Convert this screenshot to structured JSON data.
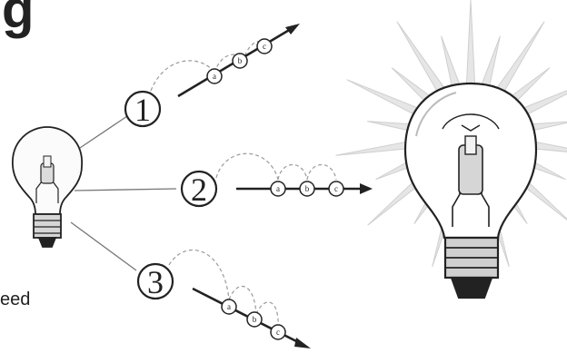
{
  "fragments": {
    "top_left_glyph": "g",
    "cut_word": "eed"
  },
  "paths": [
    {
      "number": "1",
      "letters": [
        "a",
        "b",
        "c"
      ]
    },
    {
      "number": "2",
      "letters": [
        "a",
        "b",
        "c"
      ]
    },
    {
      "number": "3",
      "letters": [
        "a",
        "b",
        "c"
      ]
    }
  ],
  "colors": {
    "stroke": "#222222",
    "ray_fill": "#e6e6e6",
    "ray_stroke": "#cfcfcf",
    "dashed": "#9a9a9a",
    "connector": "#777777"
  }
}
